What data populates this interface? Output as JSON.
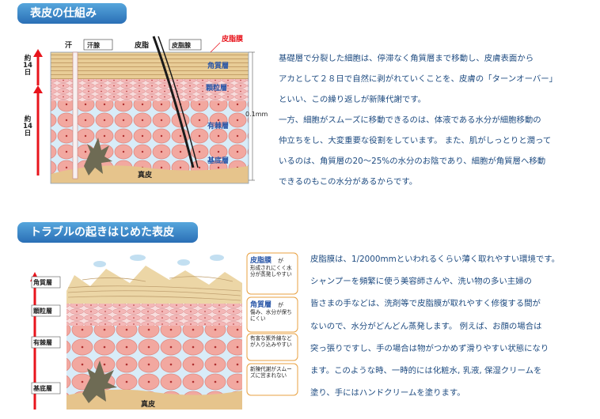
{
  "section1": {
    "header": "表皮の仕組み",
    "diagram": {
      "labels": {
        "sweat": "汗",
        "sweat_gland": "汗腺",
        "sebum": "皮脂",
        "sebaceous_gland": "皮脂腺",
        "sebum_film": "皮脂膜",
        "stratum_corneum": "角質層",
        "stratum_granulosum": "顆粒層",
        "stratum_spinosum": "有棘層",
        "stratum_basale": "基底層",
        "dermis": "真皮",
        "thickness": "0.1mm",
        "days_top": "約14日",
        "days_bottom": "約14日"
      }
    },
    "paragraphs": [
      "基礎層で分裂した細胞は、停滞なく角質層まで移動し、皮膚表面から",
      "アカとして２８日で自然に剥がれていくことを、皮膚の「ターンオーバー」",
      "といい、この繰り返しが新陳代謝です。",
      "一方、細胞がスムーズに移動できるのは、体液である水分が細胞移動の",
      "仲立ちをし、大変重要な役割をしています。 また、肌がしっとりと潤って",
      "いるのは、角質層の20～25%の水分のお陰であり、細胞が角質層へ移動",
      "できるのもこの水分があるからです。"
    ]
  },
  "section2": {
    "header": "トラブルの起きはじめた表皮",
    "diagram": {
      "layers": {
        "stratum_corneum": "角質層",
        "stratum_granulosum": "顆粒層",
        "stratum_spinosum": "有棘層",
        "stratum_basale": "基底層",
        "dermis": "真皮"
      },
      "callouts": [
        {
          "title": "皮脂膜",
          "title_suffix": "が",
          "text": "形成されにくく水分が蒸発しやすい"
        },
        {
          "title": "角質層",
          "title_suffix": "が",
          "text": "傷み、水分が保ちにくい"
        },
        {
          "title": "",
          "title_suffix": "",
          "text": "有害な紫外線などが入り込みやすい"
        },
        {
          "title": "",
          "title_suffix": "",
          "text": "新陳代謝がスムーズに営まれない"
        }
      ]
    },
    "paragraphs": [
      "皮脂膜は、1/2000mmといわれるくらい薄く取れやすい環境です。",
      "シャンプーを頻繁に使う美容師さんや、洗い物の多い主婦の",
      "皆さまの手などは、洗剤等で皮脂膜が取れやすく修復する間が",
      "ないので、水分がどんどん蒸発します。 例えば、お顔の場合は",
      "突っ張りですし、手の場合は物がつかめず滑りやすい状態になり",
      "ます。このような時、一時的には化粧水, 乳液, 保湿クリームを",
      "塗り、手にはハンドクリームを塗ります。"
    ]
  },
  "colors": {
    "header_bg": "#3a86c8",
    "text": "#1e4b80",
    "arrow": "#e8141c",
    "label_pink": "#e8141c",
    "label_blue": "#2a57a8",
    "callout_border": "#e8a040",
    "cell_fill": "#f2a8a0",
    "keratin": "#e8c88a",
    "dermis": "#e6c48c"
  }
}
